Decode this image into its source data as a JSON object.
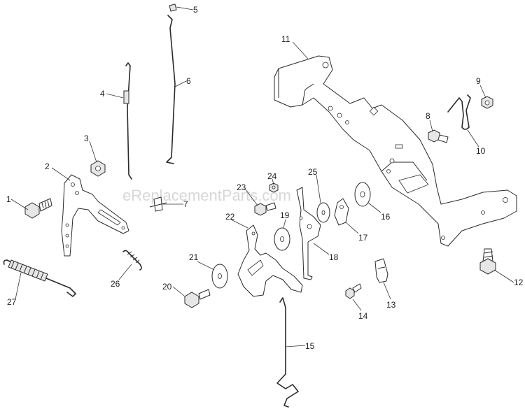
{
  "diagram": {
    "watermark": "eReplacementParts.com",
    "callouts": [
      "1",
      "2",
      "3",
      "4",
      "5",
      "6",
      "7",
      "8",
      "9",
      "10",
      "11",
      "12",
      "13",
      "14",
      "15",
      "16",
      "17",
      "18",
      "19",
      "20",
      "21",
      "22",
      "23",
      "24",
      "25",
      "26",
      "27"
    ]
  }
}
